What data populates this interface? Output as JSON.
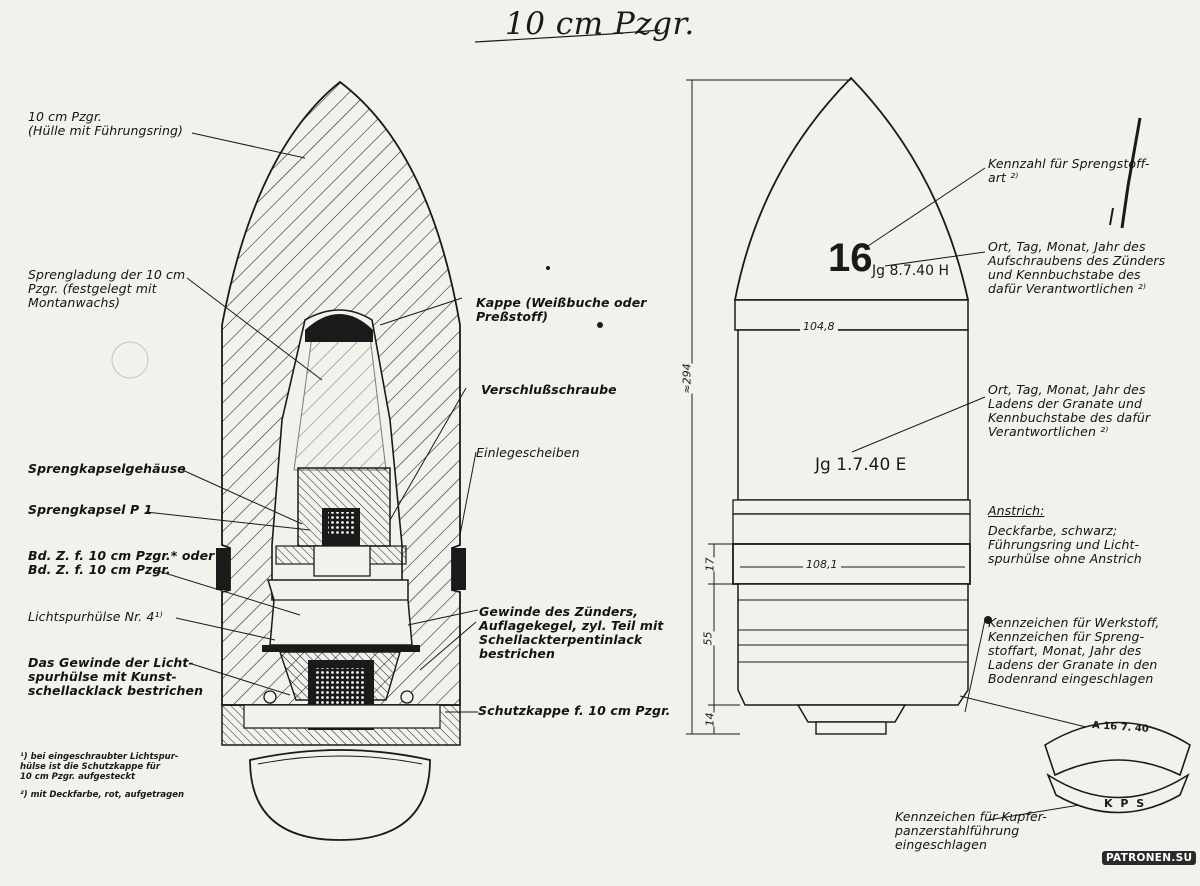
{
  "title": "10 cm Pzgr.",
  "left_labels": {
    "shell": "10 cm Pzgr.\n(Hülle mit Führungsring)",
    "charge": "Sprengladung der 10 cm\nPzgr. (festgelegt mit\nMontanwachs)",
    "cap_housing": "Sprengkapselgehäuse",
    "detonator": "Sprengkapsel P 1",
    "fuze": "Bd. Z. f. 10 cm Pzgr.* oder\nBd. Z. f. 10 cm Pzgr.",
    "tracer": "Lichtspurhülse Nr. 4¹⁾",
    "tracer_thread": "Das Gewinde der Licht-\nspurhülse mit Kunst-\nschellacklack bestrichen"
  },
  "center_labels": {
    "cap": "Kappe (Weißbuche oder\nPreßstoff)",
    "screw": "Verschlußschraube",
    "washers": "Einlegescheiben",
    "thread": "Gewinde des Zünders,\nAuflagekegel, zyl. Teil mit\nSchellackterpentinlack\nbestrichen",
    "protective_cap": "Schutzkappe f. 10 cm Pzgr."
  },
  "footnotes": {
    "f1": "¹) bei eingeschraubter Lichtspur-\n   hülse ist die Schutzkappe für\n   10 cm Pzgr. aufgesteckt",
    "f2": "²) mit Deckfarbe, rot, aufgetragen"
  },
  "right_labels": {
    "kennzahl": "Kennzahl für Sprengstoff-\nart ²⁾",
    "screwing_date": "Ort, Tag, Monat, Jahr des\nAufschraubens des Zünders\nund Kennbuchstabe des\ndafür Verantwortlichen ²⁾",
    "loading_date": "Ort, Tag, Monat, Jahr des\nLadens der Granate und\nKennbuchstabe des dafür\nVerantwortlichen ²⁾",
    "paint_head": "Anstrich:",
    "paint_text": "Deckfarbe, schwarz;\nFührungsring und Licht-\nspurhülse ohne Anstrich",
    "material": "Kennzeichen für Werkstoff,\nKennzeichen für Spreng-\nstoffart, Monat, Jahr des\nLadens der Granate in den\nBodenrand eingeschlagen",
    "copper": "Kennzeichen für Kupfer-\npanzerstahlführung\neingeschlagen"
  },
  "markings": {
    "number": "16",
    "upper_stamp": "Jg 8.7.40 H",
    "lower_stamp": "Jg 1.7.40 E",
    "base_stamp": "A 16 7. 40",
    "band_stamp": "K P S"
  },
  "dimensions": {
    "upper_diameter": "104,8",
    "band_diameter": "108,1",
    "overall_length": "≈294",
    "band_offset": "17",
    "base_section": "55",
    "base_end": "14"
  },
  "watermark": "PATRONEN.SU",
  "colors": {
    "paper": "#f3f1ec",
    "ink": "#1a1a1a",
    "fill": "#ebe9e3"
  }
}
